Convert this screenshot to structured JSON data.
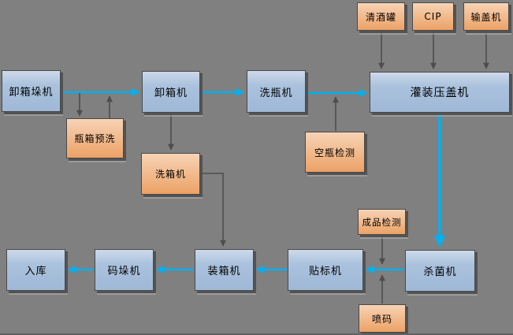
{
  "diagram": {
    "type": "flowchart",
    "nodes": {
      "depalletizer": {
        "label": "卸箱垛机",
        "type": "process"
      },
      "pre_wash": {
        "label": "瓶箱预洗",
        "type": "aux"
      },
      "decrater": {
        "label": "卸箱机",
        "type": "process"
      },
      "crate_washer": {
        "label": "洗箱机",
        "type": "aux"
      },
      "bottle_washer": {
        "label": "洗瓶机",
        "type": "process"
      },
      "empty_bottle_inspection": {
        "label": "空瓶检测",
        "type": "aux"
      },
      "sake_tank": {
        "label": "清酒罐",
        "type": "aux"
      },
      "cip": {
        "label": "CIP",
        "type": "aux"
      },
      "cap_feeder": {
        "label": "输盖机",
        "type": "aux"
      },
      "filler_capper": {
        "label": "灌装压盖机",
        "type": "process"
      },
      "sterilizer": {
        "label": "杀菌机",
        "type": "process"
      },
      "finished_product_inspection": {
        "label": "成品检测",
        "type": "aux"
      },
      "labeler": {
        "label": "贴标机",
        "type": "process"
      },
      "inkjet_coder": {
        "label": "喷码",
        "type": "aux"
      },
      "case_packer": {
        "label": "装箱机",
        "type": "process"
      },
      "palletizer": {
        "label": "码垛机",
        "type": "process"
      },
      "warehouse": {
        "label": "入库",
        "type": "process"
      }
    },
    "edges": [
      {
        "from": "depalletizer",
        "to": "decrater",
        "style": "flow"
      },
      {
        "from": "decrater",
        "to": "bottle_washer",
        "style": "flow"
      },
      {
        "from": "bottle_washer",
        "to": "filler_capper",
        "style": "flow"
      },
      {
        "from": "filler_capper",
        "to": "sterilizer",
        "style": "flow"
      },
      {
        "from": "sterilizer",
        "to": "labeler",
        "style": "flow"
      },
      {
        "from": "labeler",
        "to": "case_packer",
        "style": "flow"
      },
      {
        "from": "case_packer",
        "to": "palletizer",
        "style": "flow"
      },
      {
        "from": "palletizer",
        "to": "warehouse",
        "style": "flow"
      },
      {
        "from": "depalletizer_decrater_line",
        "to": "pre_wash",
        "style": "aux"
      },
      {
        "from": "pre_wash",
        "to": "depalletizer_decrater_line",
        "style": "aux"
      },
      {
        "from": "decrater",
        "to": "crate_washer",
        "style": "aux"
      },
      {
        "from": "crate_washer",
        "to": "case_packer",
        "style": "aux"
      },
      {
        "from": "empty_bottle_inspection",
        "to": "bottle_washer_filler_line",
        "style": "aux"
      },
      {
        "from": "sake_tank",
        "to": "filler_capper",
        "style": "aux"
      },
      {
        "from": "cip",
        "to": "filler_capper",
        "style": "aux"
      },
      {
        "from": "cap_feeder",
        "to": "filler_capper",
        "style": "aux"
      },
      {
        "from": "finished_product_inspection",
        "to": "sterilizer_labeler_line",
        "style": "aux"
      },
      {
        "from": "inkjet_coder",
        "to": "sterilizer_labeler_line",
        "style": "aux"
      }
    ],
    "colors": {
      "background": "#808080",
      "process_fill_top": "#cdd9ea",
      "process_fill_bottom": "#9fb8d6",
      "aux_fill_top": "#f7d3b5",
      "aux_fill_bottom": "#eca266",
      "node_border": "#4a4a4a",
      "flow_arrow": "#00b0f0",
      "aux_arrow": "#4d4d4d",
      "text": "#000000"
    }
  }
}
